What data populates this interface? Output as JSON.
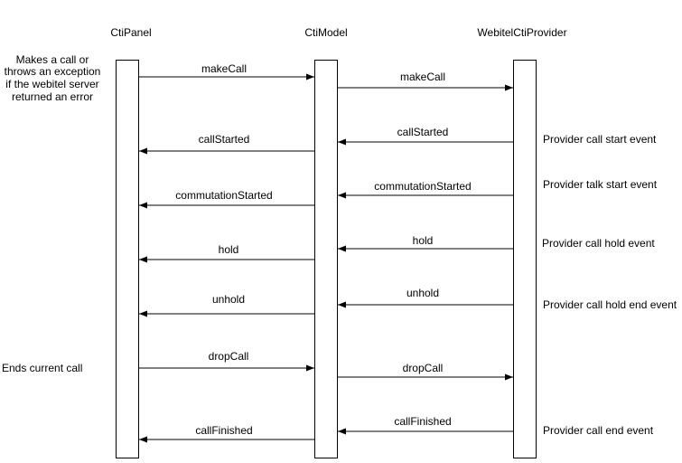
{
  "participants": [
    {
      "id": "panel",
      "label": "CtiPanel"
    },
    {
      "id": "model",
      "label": "CtiModel"
    },
    {
      "id": "provider",
      "label": "WebitelCtiProvider"
    }
  ],
  "messages": [
    {
      "from": "panel",
      "to": "model",
      "label": "makeCall"
    },
    {
      "from": "model",
      "to": "provider",
      "label": "makeCall"
    },
    {
      "from": "provider",
      "to": "model",
      "label": "callStarted"
    },
    {
      "from": "model",
      "to": "panel",
      "label": "callStarted"
    },
    {
      "from": "provider",
      "to": "model",
      "label": "commutationStarted"
    },
    {
      "from": "model",
      "to": "panel",
      "label": "commutationStarted"
    },
    {
      "from": "provider",
      "to": "model",
      "label": "hold"
    },
    {
      "from": "model",
      "to": "panel",
      "label": "hold"
    },
    {
      "from": "provider",
      "to": "model",
      "label": "unhold"
    },
    {
      "from": "model",
      "to": "panel",
      "label": "unhold"
    },
    {
      "from": "panel",
      "to": "model",
      "label": "dropCall"
    },
    {
      "from": "model",
      "to": "provider",
      "label": "dropCall"
    },
    {
      "from": "provider",
      "to": "model",
      "label": "callFinished"
    },
    {
      "from": "model",
      "to": "panel",
      "label": "callFinished"
    }
  ],
  "notes": {
    "left": [
      {
        "lines": [
          "Makes a call or",
          "throws an exception",
          "if the webitel server",
          "returned an error"
        ]
      },
      {
        "lines": [
          "Ends current call"
        ]
      }
    ],
    "right": [
      {
        "text": "Provider call start event"
      },
      {
        "text": "Provider talk start event"
      },
      {
        "text": "Provider call hold event"
      },
      {
        "text": "Provider call hold end event"
      },
      {
        "text": "Provider call end event"
      }
    ]
  }
}
